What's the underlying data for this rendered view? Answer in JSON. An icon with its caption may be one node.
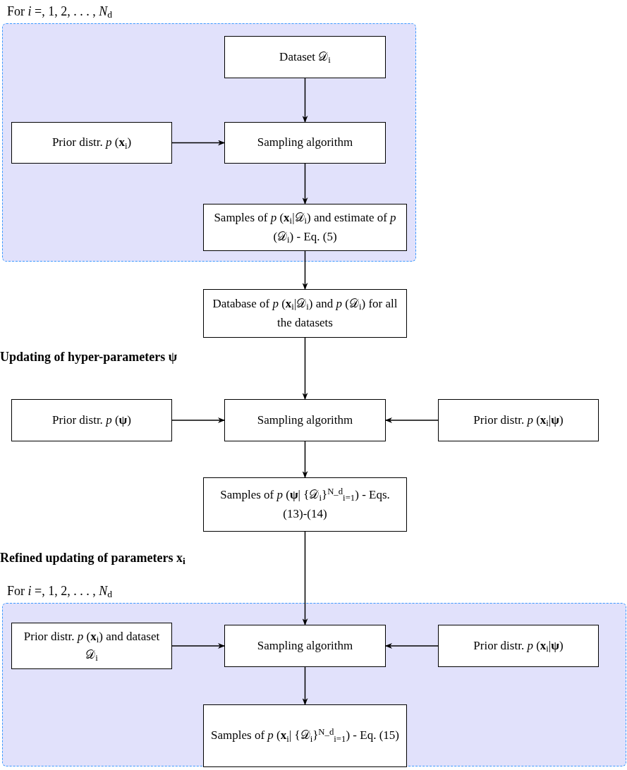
{
  "diagram": {
    "nodes": [
      {
        "text": [
          "For *i* =, 1, 2, . . . , *N*$_{d}$"
        ]
      },
      {
        "text": [
          "Dataset 𝒟$_{i}$"
        ],
        "in": 0
      },
      {
        "text": [
          "Prior distr.  *p* (**x**$_{i}$)"
        ],
        "in": 0
      },
      {
        "text": [
          "Sampling algorithm"
        ],
        "in": 0
      },
      {
        "text": [
          "Samples of *p* (**x**$_{i}$|𝒟$_{i}$) and estimate of *p* (𝒟$_{i}$) - Eq. (5)"
        ],
        "in": 0
      },
      {
        "text": [
          "Database of *p* (**x**$_{i}$|𝒟$_{i}$) and *p* (𝒟$_{i}$) for all the datasets"
        ]
      },
      {
        "text": [
          "Prior distr.  *p* (**ψ**)"
        ]
      },
      {
        "text": [
          "Sampling algorithm"
        ]
      },
      {
        "text": [
          "Prior distr.  *p* (**x**$_{i}$|**ψ**)"
        ]
      },
      {
        "text": [
          "Samples of *p* (**ψ**| {𝒟$_{i}$}$^{N_d}$$_{i=1}$) - Eqs. (13)-(14)"
        ]
      },
      {
        "text": [
          "For *i* =, 1, 2, . . . , *N*$_{d}$"
        ]
      },
      {
        "text": [
          "Prior distr.  *p* (**x**$_{i}$) and dataset 𝒟$_{i}$"
        ],
        "in": 10
      },
      {
        "text": [
          "Sampling algorithm"
        ],
        "in": 10
      },
      {
        "text": [
          "Prior distr.  *p* (**x**$_{i}$|**ψ**)"
        ],
        "in": 10
      },
      {
        "text": [
          "Samples of *p* (**x**$_{i}$| {𝒟$_{i}$}$^{N_d}$$_{i=1}$) - Eq. (15)"
        ],
        "in": 10
      }
    ],
    "edges": [
      {
        "from": 1,
        "to": 3,
        "arrow": "to"
      },
      {
        "from": 2,
        "to": 3,
        "arrow": "to"
      },
      {
        "from": 3,
        "to": 4,
        "arrow": "to"
      },
      {
        "from": 4,
        "to": 5,
        "arrow": "to"
      },
      {
        "from": 5,
        "to": 7,
        "arrow": "to"
      },
      {
        "from": 6,
        "to": 7,
        "arrow": "to"
      },
      {
        "from": 8,
        "to": 7,
        "arrow": "to"
      },
      {
        "from": 7,
        "to": 9,
        "arrow": "to"
      },
      {
        "from": 9,
        "to": 12,
        "arrow": "to"
      },
      {
        "from": 11,
        "to": 12,
        "arrow": "to"
      },
      {
        "from": 13,
        "to": 12,
        "arrow": "to"
      },
      {
        "from": 12,
        "to": 14,
        "arrow": "to"
      }
    ],
    "labels": [
      "Updating of hyper-parameters **ψ**",
      "Refined updating of parameters **x**$_{i}$"
    ]
  }
}
